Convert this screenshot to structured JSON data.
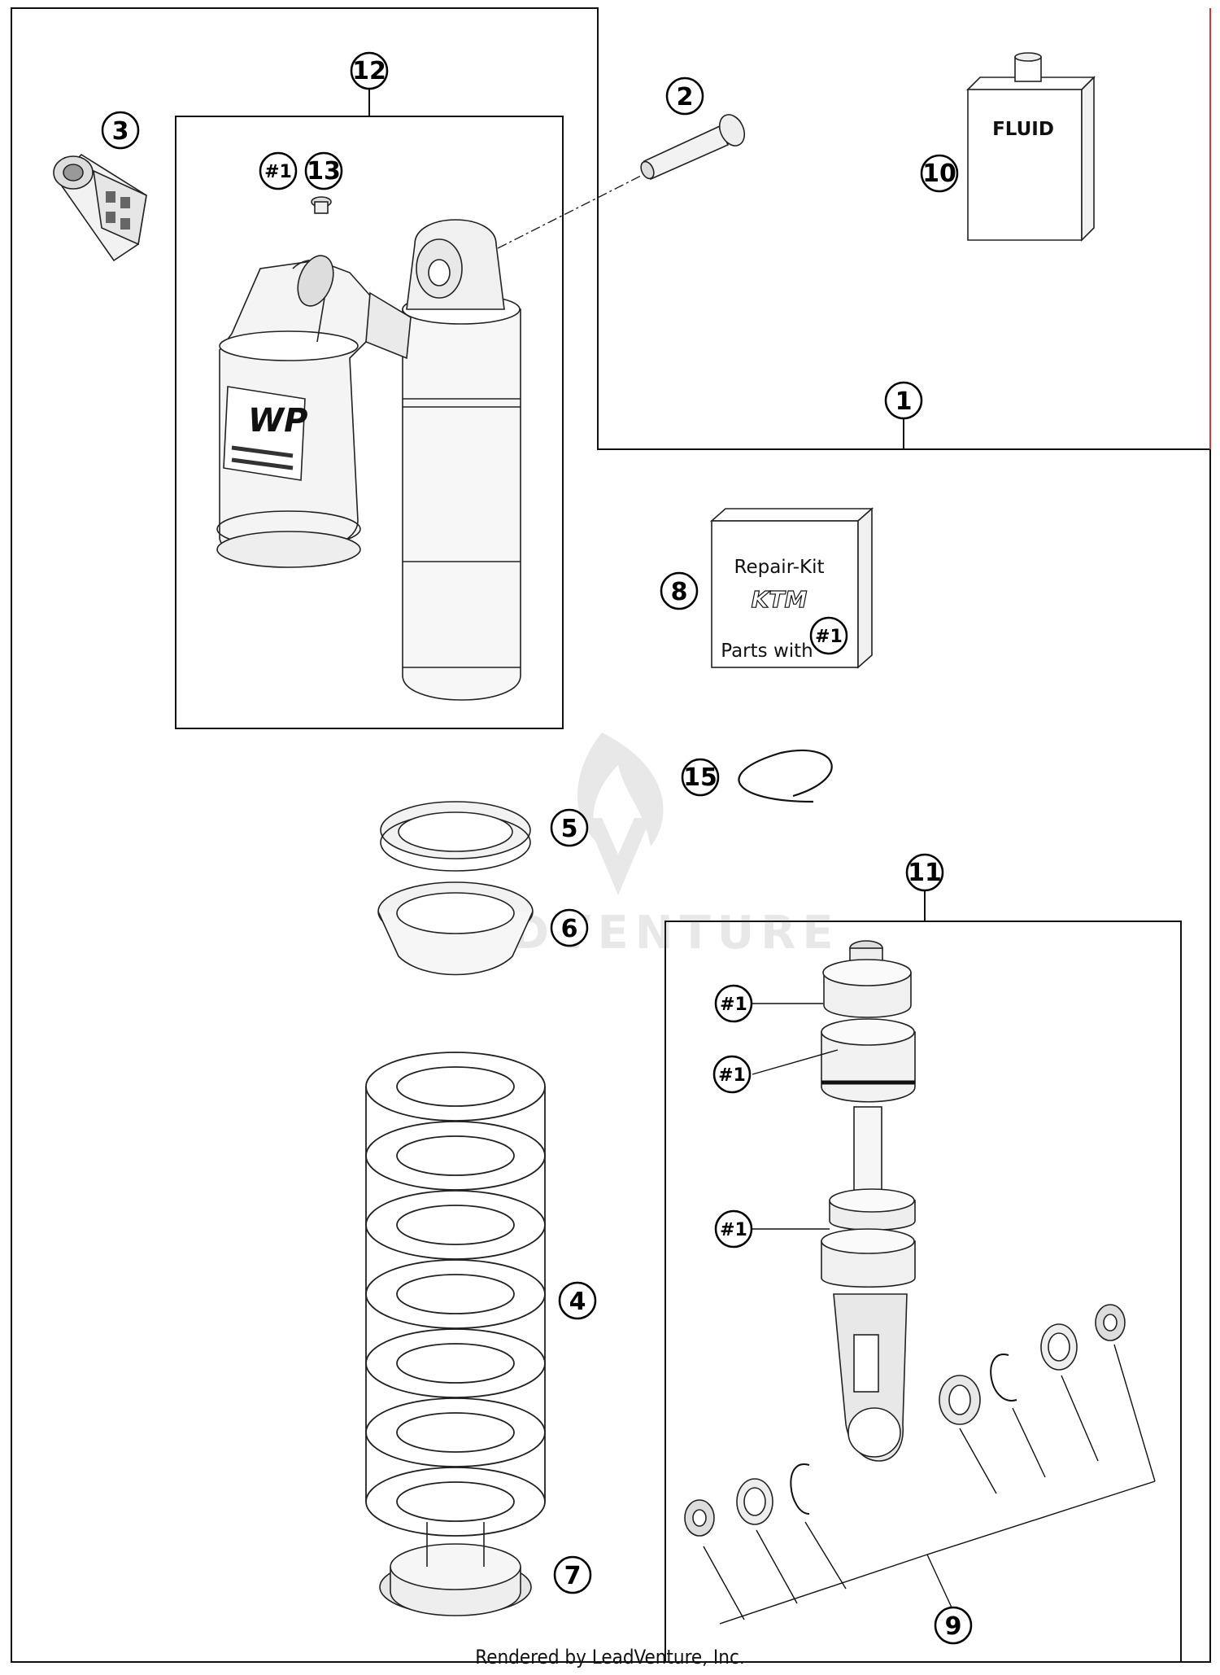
{
  "callouts": {
    "c1": "1",
    "c2": "2",
    "c3": "3",
    "c4": "4",
    "c5": "5",
    "c6": "6",
    "c7": "7",
    "c8": "8",
    "c9": "9",
    "c10": "10",
    "c11": "11",
    "c12": "12",
    "c13": "13",
    "c15": "15"
  },
  "hash_marker": "#1",
  "fluid_label": "FLUID",
  "repair_kit": {
    "title": "Repair-Kit",
    "brand": "KTM",
    "parts_with": "Parts with",
    "marker": "#1"
  },
  "watermark": "LEADVENTURE",
  "footer": "Rendered by LeadVenture, Inc."
}
